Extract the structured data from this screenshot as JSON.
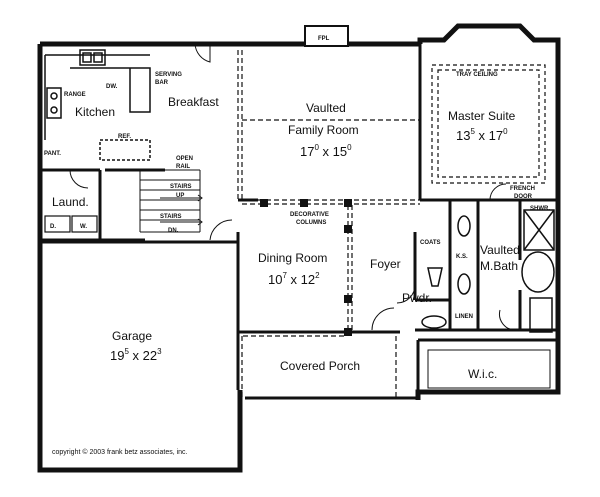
{
  "rooms": {
    "kitchen": "Kitchen",
    "breakfast": "Breakfast",
    "laundry": "Laund.",
    "garage": {
      "name": "Garage",
      "w": "19",
      "w_in": "5",
      "d": "22",
      "d_in": "3"
    },
    "vaulted_family": {
      "line1": "Vaulted",
      "line2": "Family Room",
      "w": "17",
      "w_in": "0",
      "d": "15",
      "d_in": "0"
    },
    "master_suite": {
      "name": "Master Suite",
      "w": "13",
      "w_in": "5",
      "d": "17",
      "d_in": "0"
    },
    "dining": {
      "name": "Dining Room",
      "w": "10",
      "w_in": "7",
      "d": "12",
      "d_in": "2"
    },
    "foyer": "Foyer",
    "covered_porch": "Covered Porch",
    "powder": "Pwdr.",
    "master_bath": {
      "line1": "Vaulted",
      "line2": "M.Bath"
    },
    "wic": "W.i.c."
  },
  "annotations": {
    "fpl": "FPL",
    "tray_ceiling": "TRAY CEILING",
    "french_door": "FRENCH",
    "french_door2": "DOOR",
    "shower": "SHWR.",
    "coats": "COATS",
    "ks": "K.S.",
    "linen": "LINEN",
    "decorative_columns_1": "DECORATIVE",
    "decorative_columns_2": "COLUMNS",
    "range": "RANGE",
    "dw": "DW.",
    "serving_bar_1": "SERVING",
    "serving_bar_2": "BAR",
    "ref": "REF.",
    "pantry": "PANT.",
    "open_rail_1": "OPEN",
    "open_rail_2": "RAIL",
    "stairs_up": "STAIRS",
    "up": "UP",
    "stairs_dn": "STAIRS",
    "dn": "DN.",
    "dryer": "D.",
    "washer": "W."
  },
  "copyright": "copyright © 2003 frank betz associates, inc."
}
